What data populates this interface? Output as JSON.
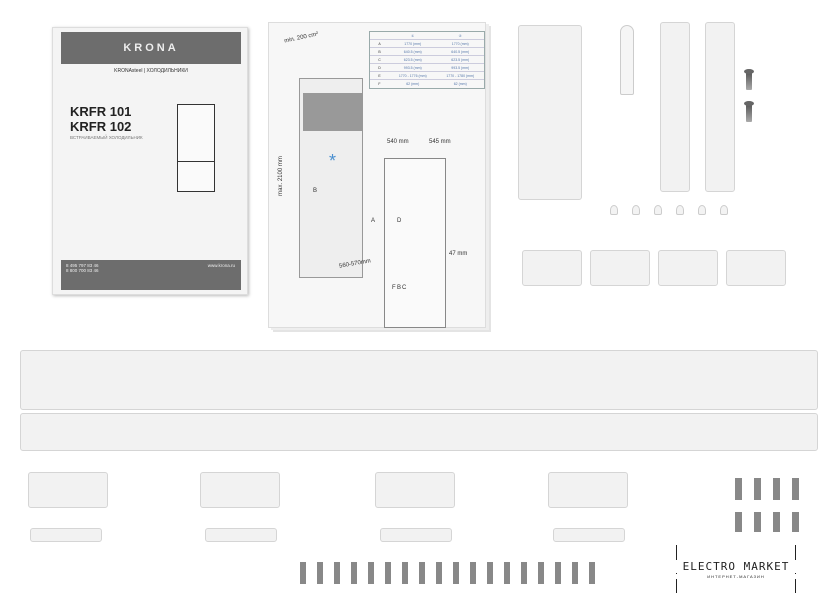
{
  "manual_cover": {
    "brand": "KRONA",
    "subtitle": "KRONAsteel | ХОЛОДИЛЬНИКИ",
    "model_1": "KRFR 101",
    "model_2": "KRFR 102",
    "description": "ВСТРАИВАЕМЫЙ ХОЛОДИЛЬНИК",
    "phone_1": "8 495 797 83 46",
    "phone_2": "8 800 700 83 46",
    "website": "www.krona.ru"
  },
  "install_diagram": {
    "ventilation": "min. 200 cm²",
    "max_height": "max. 2100 mm",
    "niche_width": "560-570mm",
    "width": "540 mm",
    "depth": "545 mm",
    "gap": "47 mm",
    "labels": [
      "A",
      "B",
      "D",
      "F",
      "B",
      "C"
    ],
    "table": [
      {
        "row": "A",
        "v1": "1770 (mm)",
        "v2": "1770 (mm)"
      },
      {
        "row": "B",
        "v1": "640.5 (mm)",
        "v2": "640.5 (mm)"
      },
      {
        "row": "C",
        "v1": "623.5 (mm)",
        "v2": "623.5 (mm)"
      },
      {
        "row": "D",
        "v1": "993.5 (mm)",
        "v2": "993.5 (mm)"
      },
      {
        "row": "E",
        "v1": "1770 - 1776 (mm)",
        "v2": "1770 - 1780 (mm)"
      },
      {
        "row": "F",
        "v1": "62 (mm)",
        "v2": "62 (mm)"
      }
    ]
  },
  "watermark": {
    "title": "ELECTRO MARKET",
    "tagline": "ИНТЕРНЕТ-МАГАЗИН"
  }
}
